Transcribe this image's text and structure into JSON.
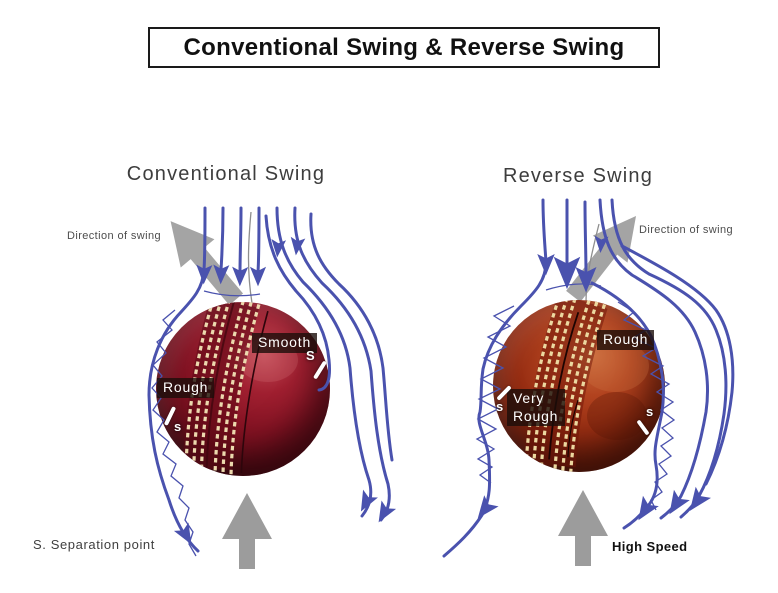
{
  "title": "Conventional Swing & Reverse Swing",
  "footnote": "S. Separation point",
  "colors": {
    "flow": "#4a52ae",
    "arrow_gray": "#9c9c9c",
    "label_bg": "rgba(28,14,10,0.8)",
    "heading": "#3d3d3d"
  },
  "left_panel": {
    "heading": "Conventional Swing",
    "direction_label": "Direction of swing",
    "smooth_label": "Smooth",
    "rough_label": "Rough",
    "s_top_right": "S",
    "s_bottom_left": "s"
  },
  "right_panel": {
    "heading": "Reverse Swing",
    "direction_label": "Direction of swing",
    "rough_label": "Rough",
    "very_rough_label": "Very Rough",
    "s_left": "s",
    "s_right": "s",
    "high_speed_label": "High Speed"
  }
}
